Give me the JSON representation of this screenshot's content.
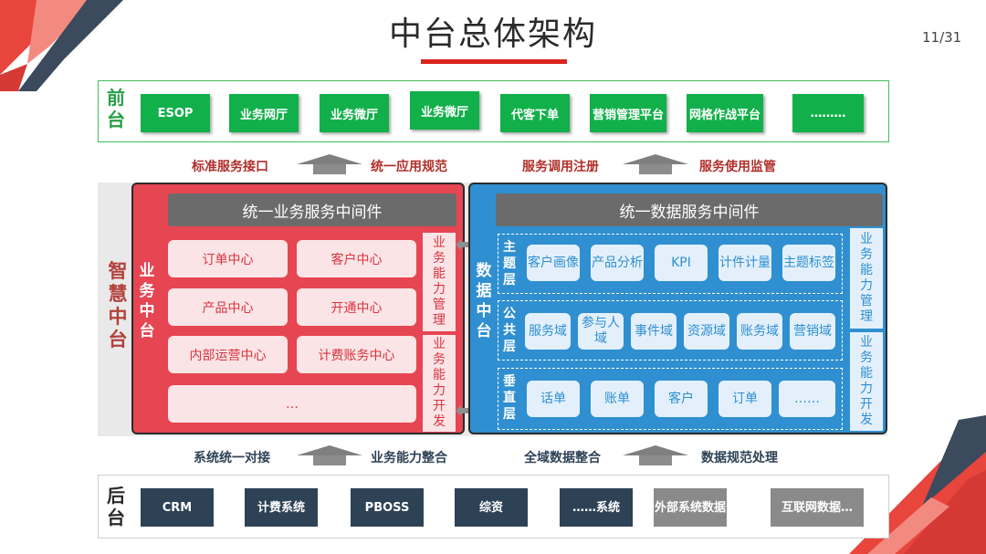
{
  "title": "中台总体架构",
  "page_number": "11/31",
  "front": {
    "label": "前台",
    "items": [
      "ESOP",
      "业务网厅",
      "业务微厅",
      "业务微厅",
      "代客下单",
      "营销管理平台",
      "网格作战平台",
      "………"
    ]
  },
  "top_connector": {
    "left_a": "标准服务接口",
    "left_b": "统一应用规范",
    "right_a": "服务调用注册",
    "right_b": "服务使用监管"
  },
  "middle": {
    "label": "智慧中台",
    "business": {
      "label": "业务中台",
      "header": "统一业务服务中间件",
      "centers": [
        "订单中心",
        "客户中心",
        "产品中心",
        "开通中心",
        "内部运营中心",
        "计费账务中心",
        "…"
      ],
      "side_top": "业务能力管理",
      "side_bottom": "业务能力开发"
    },
    "data": {
      "label": "数据中台",
      "header": "统一数据服务中间件",
      "layers": [
        {
          "label": "主题层",
          "items": [
            "客户画像",
            "产品分析",
            "KPI",
            "计件计量",
            "主题标签"
          ]
        },
        {
          "label": "公共层",
          "items": [
            "服务域",
            "参与人域",
            "事件域",
            "资源域",
            "账务域",
            "营销域"
          ]
        },
        {
          "label": "垂直层",
          "items": [
            "话单",
            "账单",
            "客户",
            "订单",
            "……"
          ]
        }
      ],
      "side_top": "业务能力管理",
      "side_bottom": "业务能力开发"
    }
  },
  "bottom_connector": {
    "left_a": "系统统一对接",
    "left_b": "业务能力整合",
    "right_a": "全域数据整合",
    "right_b": "数据规范处理"
  },
  "back": {
    "label": "后台",
    "items": [
      "CRM",
      "计费系统",
      "PBOSS",
      "综资",
      "……系统",
      "外部系统数据",
      "互联网数据…"
    ]
  },
  "colors": {
    "accent_red": "#d9241e",
    "front_green": "#12b04a",
    "business_red": "#e64552",
    "data_blue": "#2f8fd0",
    "navy": "#2e4256",
    "gray": "#8a8a8a"
  }
}
